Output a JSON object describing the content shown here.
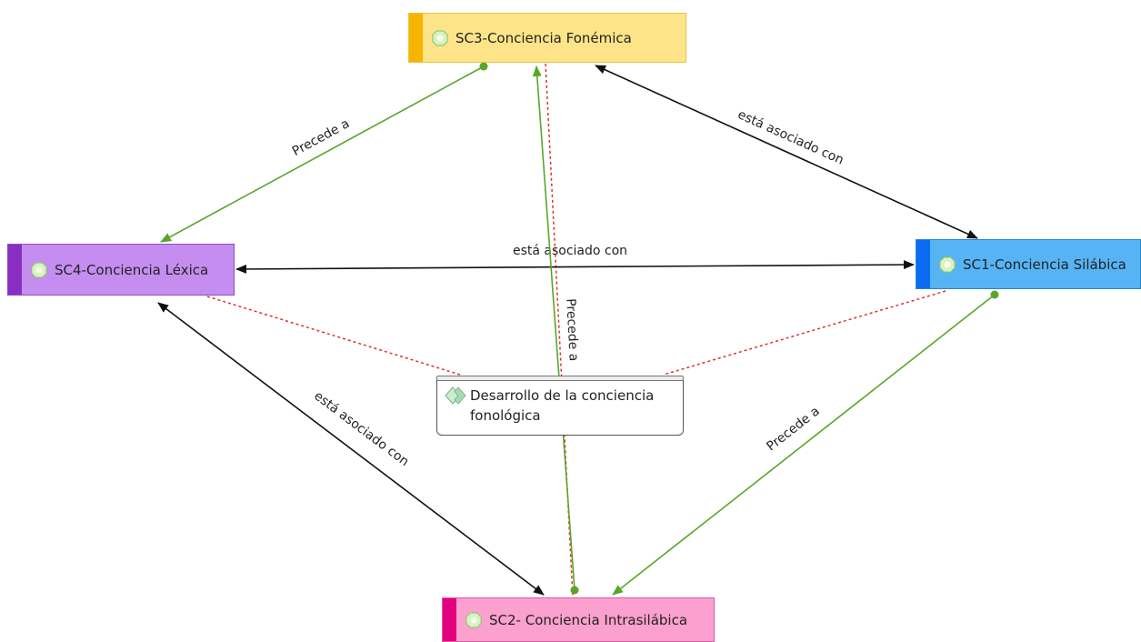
{
  "nodes": {
    "sc3": {
      "label": "SC3-Conciencia Fonémica",
      "color": "#fde488",
      "accent": "#f7b300"
    },
    "sc4": {
      "label": "SC4-Conciencia Léxica",
      "color": "#c58df0",
      "accent": "#8a2ec2"
    },
    "sc1": {
      "label": "SC1-Conciencia Silábica",
      "color": "#56b4f5",
      "accent": "#0a6cf2"
    },
    "sc2": {
      "label": "SC2- Conciencia Intrasilábica",
      "color": "#fba0cf",
      "accent": "#e3007d"
    },
    "center": {
      "label": "Desarrollo de la conciencia fonológica"
    }
  },
  "edges": {
    "sc3_sc4": {
      "label": "Precede a",
      "color": "#5aa52a"
    },
    "sc3_sc1": {
      "label": "está asociado con",
      "color": "#111111"
    },
    "sc4_sc1": {
      "label": "está asociado con",
      "color": "#111111"
    },
    "sc2_sc3": {
      "label": "Precede a",
      "color": "#5aa52a"
    },
    "sc4_sc2": {
      "label": "está asociado con",
      "color": "#111111"
    },
    "sc1_sc2": {
      "label": "Precede a",
      "color": "#5aa52a"
    },
    "center_links": {
      "color": "#e03030"
    }
  }
}
